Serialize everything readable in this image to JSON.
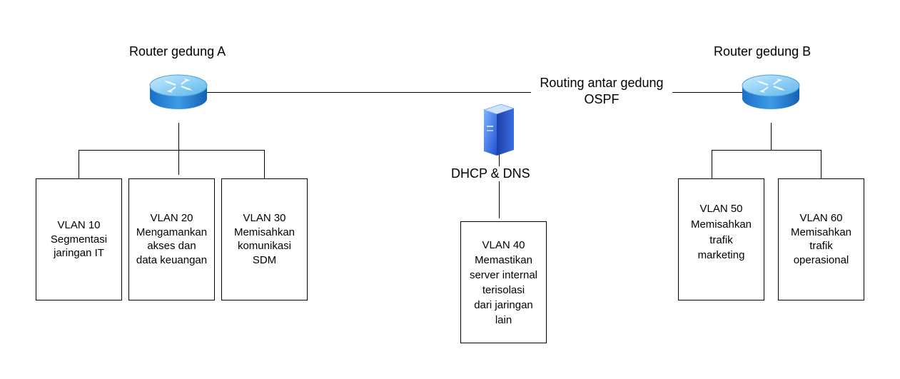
{
  "routers": {
    "a": {
      "label": "Router gedung A",
      "icon": "router-icon"
    },
    "b": {
      "label": "Router gedung B",
      "icon": "router-icon"
    }
  },
  "link": {
    "lines": [
      "Routing antar gedung",
      "OSPF"
    ]
  },
  "server": {
    "label": "DHCP & DNS",
    "icon": "server-icon"
  },
  "vlans": [
    {
      "id": "vlan-10",
      "lines": [
        "VLAN 10",
        "Segmentasi",
        "jaringan IT"
      ]
    },
    {
      "id": "vlan-20",
      "lines": [
        "VLAN 20",
        "Mengamankan",
        "akses dan",
        "data keuangan"
      ]
    },
    {
      "id": "vlan-30",
      "lines": [
        "VLAN 30",
        "Memisahkan",
        "komunikasi",
        "SDM"
      ]
    },
    {
      "id": "vlan-40",
      "lines": [
        "VLAN 40",
        "Memastikan",
        "server internal",
        "terisolasi",
        "dari jaringan",
        "lain"
      ]
    },
    {
      "id": "vlan-50",
      "lines": [
        "VLAN 50",
        "Memisahkan",
        "trafik",
        "marketing"
      ]
    },
    {
      "id": "vlan-60",
      "lines": [
        "VLAN 60",
        "Memisahkan",
        "trafik",
        "operasional"
      ]
    }
  ],
  "colors": {
    "router_top": "#8fd0f5",
    "router_side": "#1b73c9",
    "server_front": "#2d6fe0"
  }
}
